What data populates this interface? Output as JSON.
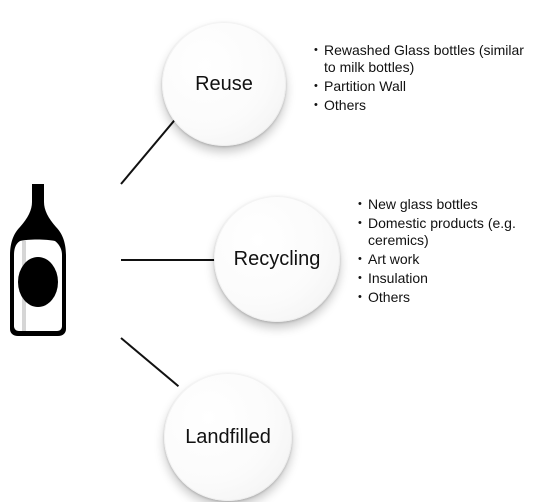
{
  "diagram": {
    "icons": {
      "bottle": "glass-bottle-icon"
    },
    "nodes": [
      {
        "label": "Reuse",
        "items": [
          "Rewashed Glass bottles (similar to milk bottles)",
          "Partition Wall",
          "Others"
        ]
      },
      {
        "label": "Recycling",
        "items": [
          "New glass bottles",
          "Domestic products (e.g. ceremics)",
          "Art work",
          "Insulation",
          "Others"
        ]
      },
      {
        "label": "Landfilled",
        "items": []
      }
    ],
    "colors": {
      "text": "#111111",
      "line": "#111111",
      "bottle": "#000000",
      "bottle_highlight": "#ffffff"
    }
  }
}
